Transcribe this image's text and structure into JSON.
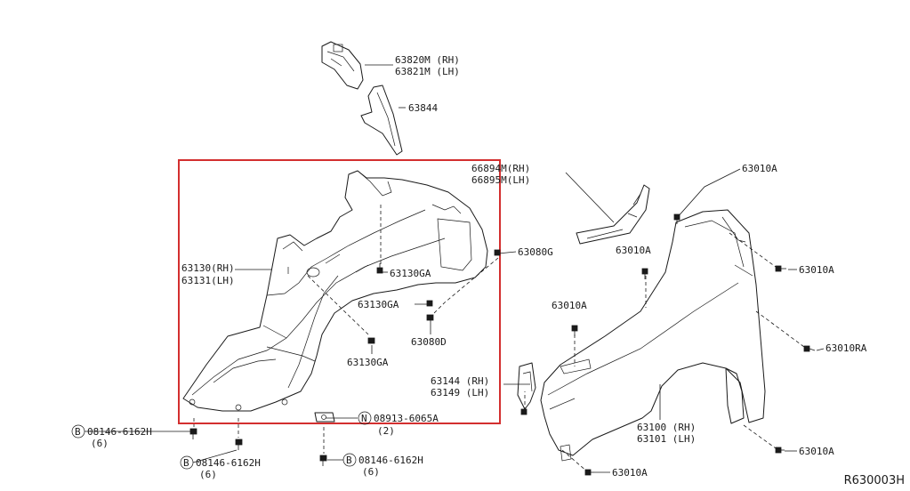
{
  "diagram": {
    "reference_code": "R630003H",
    "highlight_color": "#d32f2f",
    "callouts": [
      {
        "id": "c-63820m",
        "lines": [
          "63820M (RH)",
          "63821M (LH)"
        ]
      },
      {
        "id": "c-63844",
        "lines": [
          "63844"
        ]
      },
      {
        "id": "c-66894m",
        "lines": [
          "66894M(RH)",
          "66895M(LH)"
        ]
      },
      {
        "id": "c-63010a-top",
        "lines": [
          "63010A"
        ]
      },
      {
        "id": "c-63010a-r1",
        "lines": [
          "63010A"
        ]
      },
      {
        "id": "c-63010a-mid",
        "lines": [
          "63010A"
        ]
      },
      {
        "id": "c-63010a-left",
        "lines": [
          "63010A"
        ]
      },
      {
        "id": "c-63010ra",
        "lines": [
          "63010RA"
        ]
      },
      {
        "id": "c-63010a-r2",
        "lines": [
          "63010A"
        ]
      },
      {
        "id": "c-63010a-bot",
        "lines": [
          "63010A"
        ]
      },
      {
        "id": "c-63080g",
        "lines": [
          "63080G"
        ]
      },
      {
        "id": "c-63130",
        "lines": [
          "63130(RH)",
          "63131(LH)"
        ]
      },
      {
        "id": "c-63130ga-1",
        "lines": [
          "63130GA"
        ]
      },
      {
        "id": "c-63130ga-2",
        "lines": [
          "63130GA"
        ]
      },
      {
        "id": "c-63130ga-3",
        "lines": [
          "63130GA"
        ]
      },
      {
        "id": "c-63080d",
        "lines": [
          "63080D"
        ]
      },
      {
        "id": "c-63144",
        "lines": [
          "63144 (RH)",
          "63149 (LH)"
        ]
      },
      {
        "id": "c-63100",
        "lines": [
          "63100 (RH)",
          "63101 (LH)"
        ]
      },
      {
        "id": "c-08913",
        "prefix": "N",
        "lines": [
          "08913-6065A"
        ],
        "qty": "(2)"
      },
      {
        "id": "c-08146-a",
        "prefix": "B",
        "lines": [
          "08146-6162H"
        ],
        "qty": "(6)"
      },
      {
        "id": "c-08146-b",
        "prefix": "B",
        "lines": [
          "08146-6162H"
        ],
        "qty": "(6)"
      },
      {
        "id": "c-08146-c",
        "prefix": "B",
        "lines": [
          "08146-6162H"
        ],
        "qty": "(6)"
      }
    ]
  }
}
